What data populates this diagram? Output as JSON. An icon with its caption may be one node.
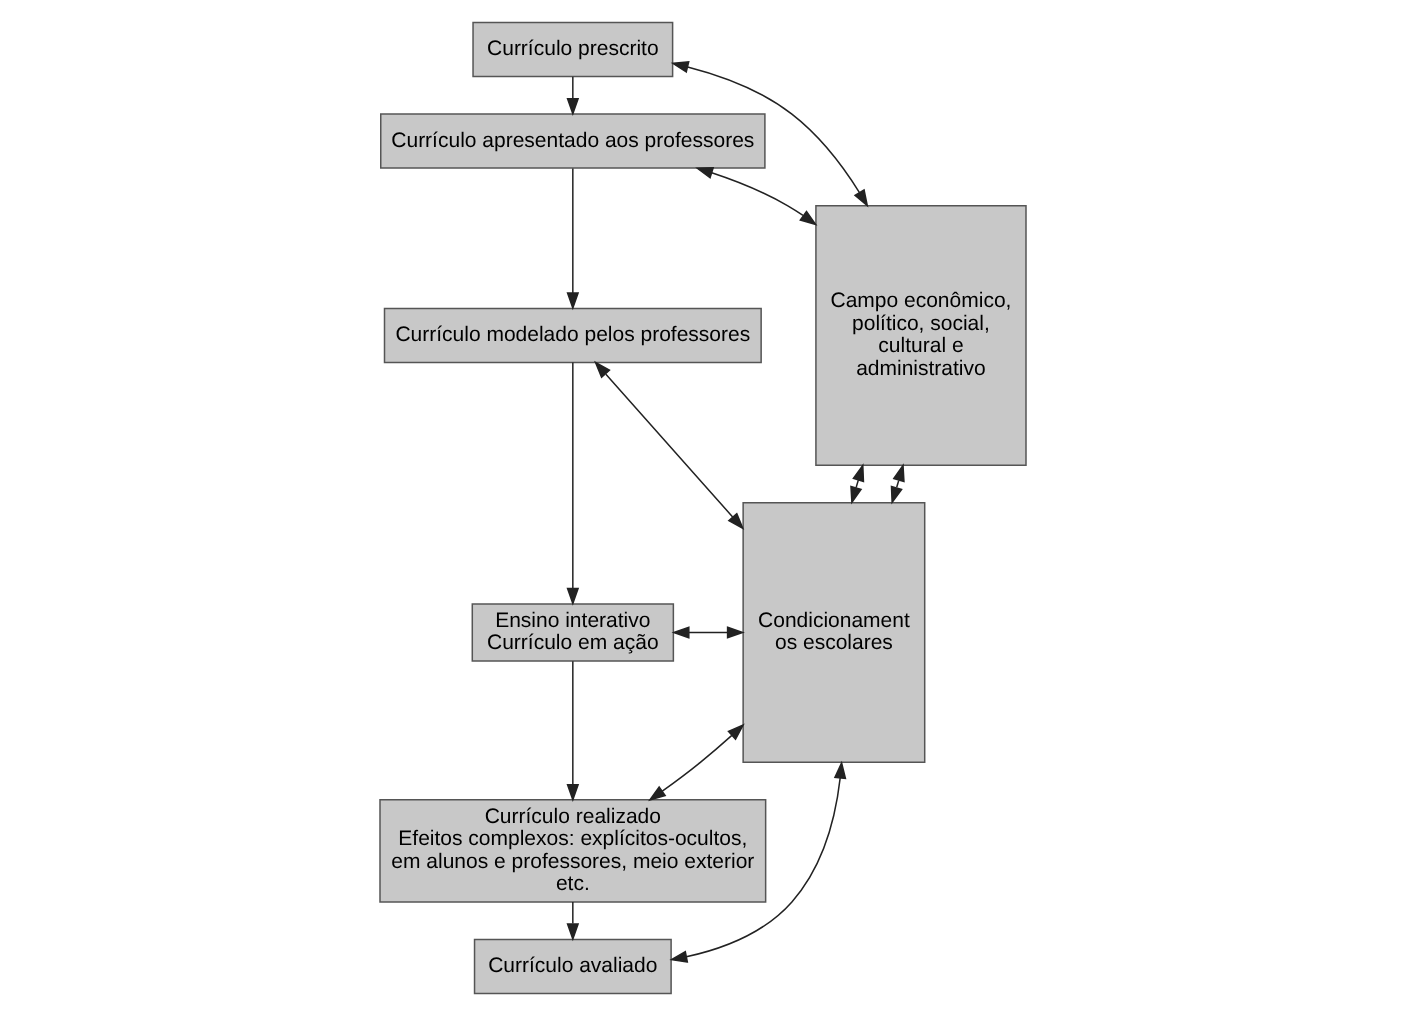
{
  "diagram": {
    "nodes": [
      {
        "text": [
          "Currículo prescrito"
        ]
      },
      {
        "text": [
          "Currículo apresentado aos professores"
        ]
      },
      {
        "text": [
          "Currículo modelado pelos professores"
        ]
      },
      {
        "text": [
          "Ensino interativo",
          "Currículo em ação"
        ]
      },
      {
        "text": [
          "Currículo realizado",
          "Efeitos complexos: explícitos-ocultos, em alunos e professores, meio exterior etc."
        ]
      },
      {
        "text": [
          "Currículo avaliado"
        ]
      },
      {
        "text": [
          "Condicionamentos escolares"
        ]
      },
      {
        "text": [
          "Campo econômico, político, social, cultural e administrativo"
        ]
      }
    ],
    "edges": [
      {
        "from": 0,
        "to": 7,
        "arrow": "both"
      },
      {
        "from": 0,
        "to": 1,
        "arrow": "to"
      },
      {
        "from": 1,
        "to": 7,
        "arrow": "both"
      },
      {
        "from": 1,
        "to": 2,
        "arrow": "to"
      },
      {
        "from": 2,
        "to": 6,
        "arrow": "both"
      },
      {
        "from": 2,
        "to": 3,
        "arrow": "to"
      },
      {
        "from": 6,
        "to": 7,
        "arrow": "both"
      },
      {
        "from": 3,
        "to": 6,
        "arrow": "both"
      },
      {
        "from": 3,
        "to": 4,
        "arrow": "to"
      },
      {
        "from": 4,
        "to": 6,
        "arrow": "both"
      },
      {
        "from": 6,
        "to": 7,
        "arrow": "both"
      },
      {
        "from": 4,
        "to": 5,
        "arrow": "to"
      },
      {
        "from": 5,
        "to": 6,
        "arrow": "both"
      }
    ]
  }
}
